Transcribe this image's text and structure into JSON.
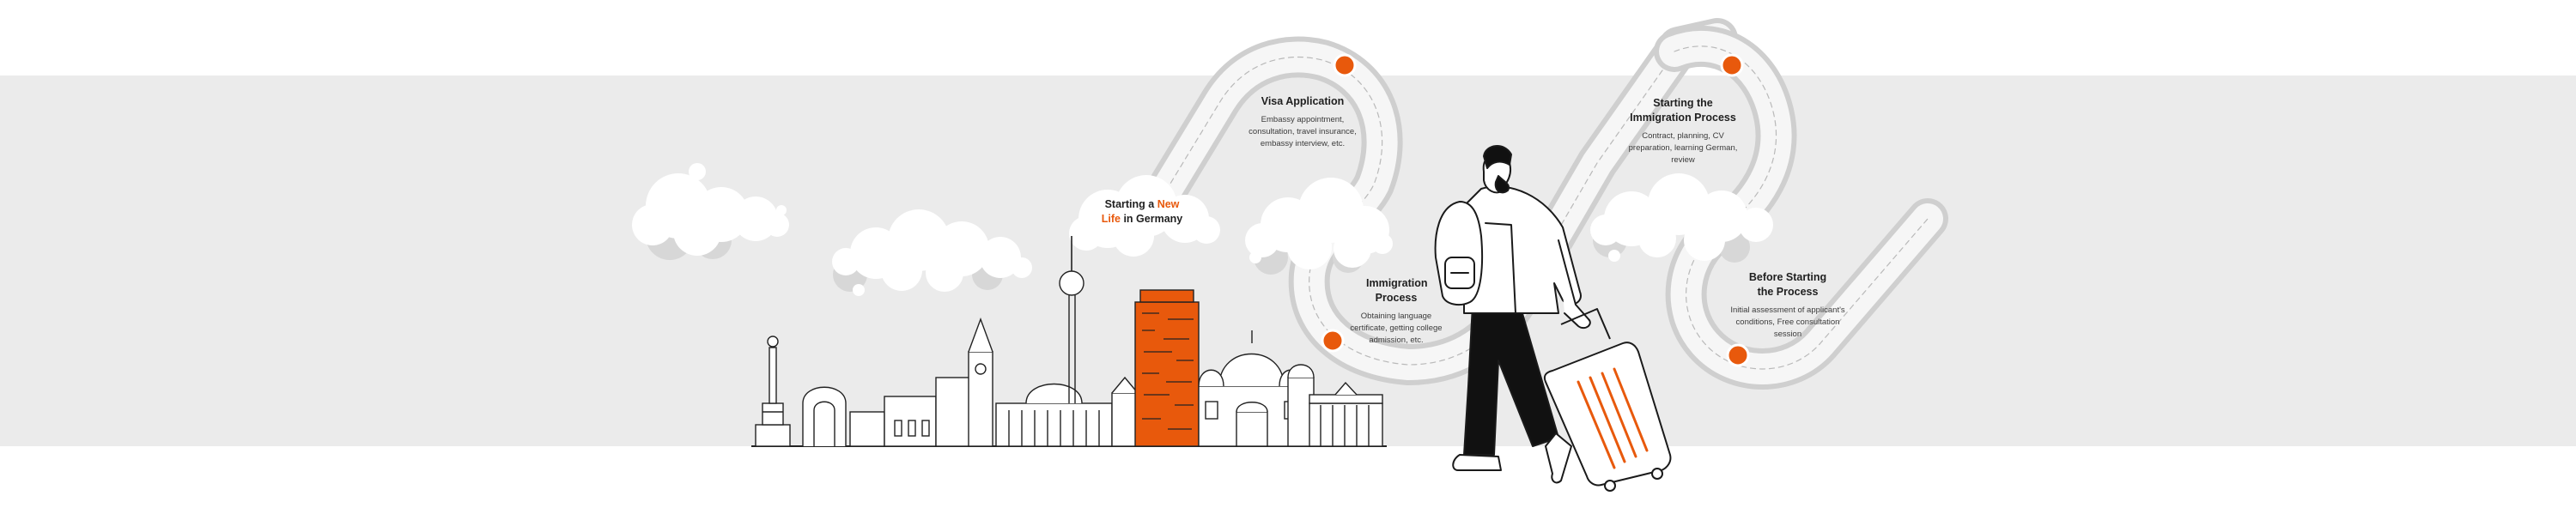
{
  "colors": {
    "band": "#ebebeb",
    "accent": "#e8590c",
    "ink": "#1f1f1f",
    "cloud": "#ffffff"
  },
  "hero": {
    "prefix": "Starting a ",
    "accent_1": "New",
    "accent_2": "Life",
    "suffix": " in Germany"
  },
  "steps": [
    {
      "title": "Visa Application",
      "description": "Embassy appointment, consultation, travel insurance, embassy interview, etc."
    },
    {
      "title": "Immigration Process",
      "description": "Obtaining language certificate, getting college admission, etc."
    },
    {
      "title": "Starting the Immigration Process",
      "description": "Contract, planning, CV preparation, learning German, review"
    },
    {
      "title": "Before Starting the Process",
      "description": "Initial assessment of applicant's conditions, Free consultation session"
    }
  ],
  "icons": [
    "cloud-icon",
    "berlin-skyline-icon",
    "traveler-icon",
    "suitcase-icon",
    "milestone-dot-icon"
  ]
}
